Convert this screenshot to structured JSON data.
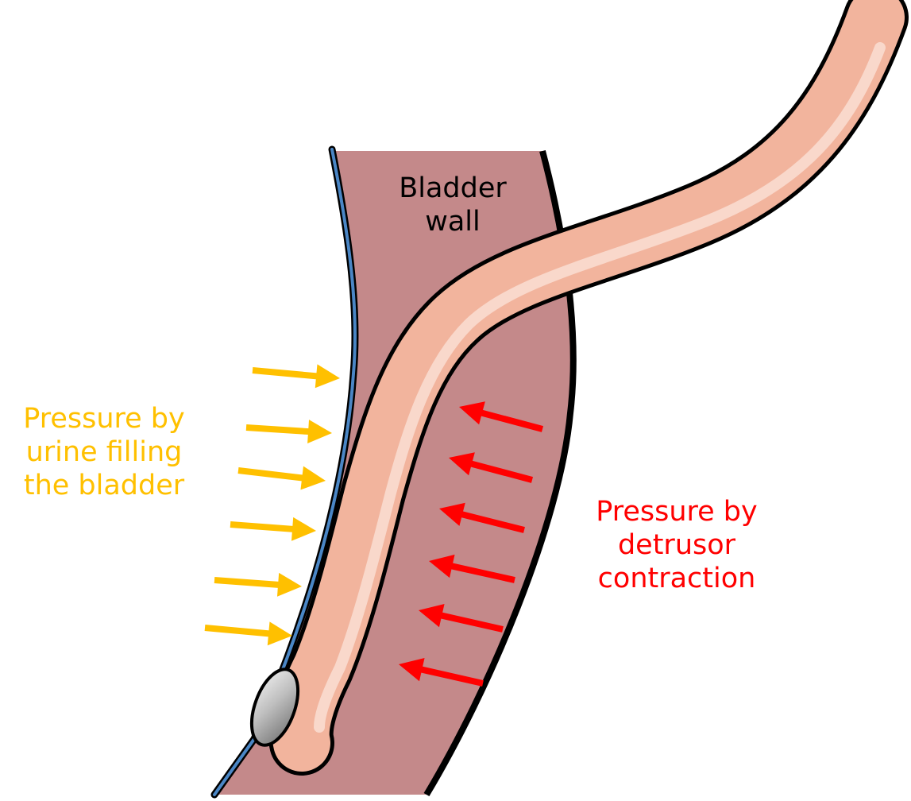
{
  "labels": {
    "bladder_wall": [
      "Bladder",
      "wall"
    ],
    "urine_pressure": [
      "Pressure by",
      "urine filling",
      "the bladder"
    ],
    "detrusor_pressure": [
      "Pressure by",
      "detrusor",
      "contraction"
    ]
  },
  "colors": {
    "bladder_wall_fill": "#c4898a",
    "ureter_outer": "#f2b49d",
    "ureter_highlight": "#fadcd0",
    "mucosa_line": "#4a86c5",
    "urine_arrow": "#ffc000",
    "detrusor_arrow": "#ff0000",
    "outline": "#000000",
    "stone": "#bdbdbd"
  },
  "arrows": {
    "urine_count": 6,
    "detrusor_count": 6,
    "urine_direction": "right",
    "detrusor_direction": "left"
  }
}
